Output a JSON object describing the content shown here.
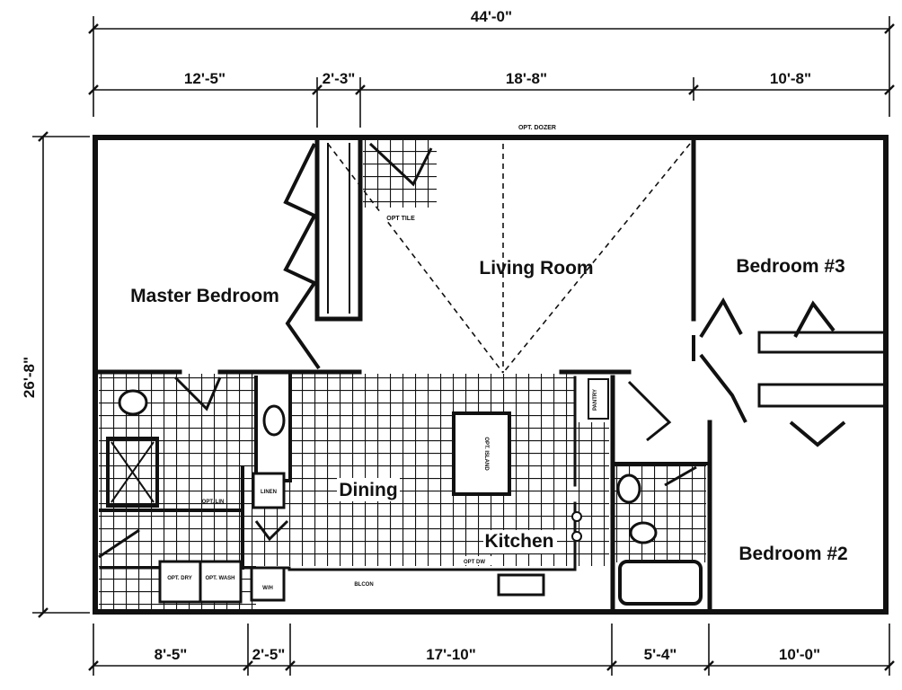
{
  "dimensions": {
    "overall_width": "44'-0\"",
    "overall_depth": "26'-8\"",
    "top_segments": [
      "12'-5\"",
      "2'-3\"",
      "18'-8\"",
      "10'-8\""
    ],
    "bottom_segments": [
      "8'-5\"",
      "2'-5\"",
      "17'-10\"",
      "5'-4\"",
      "10'-0\""
    ]
  },
  "rooms": {
    "master_bedroom": "Master Bedroom",
    "living_room": "Living Room",
    "bedroom_3": "Bedroom #3",
    "bedroom_2": "Bedroom #2",
    "dining": "Dining",
    "kitchen": "Kitchen"
  },
  "notes": {
    "opt_dozer": "OPT. DOZER",
    "opt_tile": "OPT TILE",
    "opt_island": "OPT. ISLAND",
    "pantry": "PANTRY",
    "linen": "LINEN",
    "opt_dw": "OPT DW",
    "opt_dry": "OPT. DRY",
    "opt_wash": "OPT. WASH",
    "opt_lin": "OPT. LIN",
    "wh": "W/H",
    "blcon": "BLCON"
  }
}
